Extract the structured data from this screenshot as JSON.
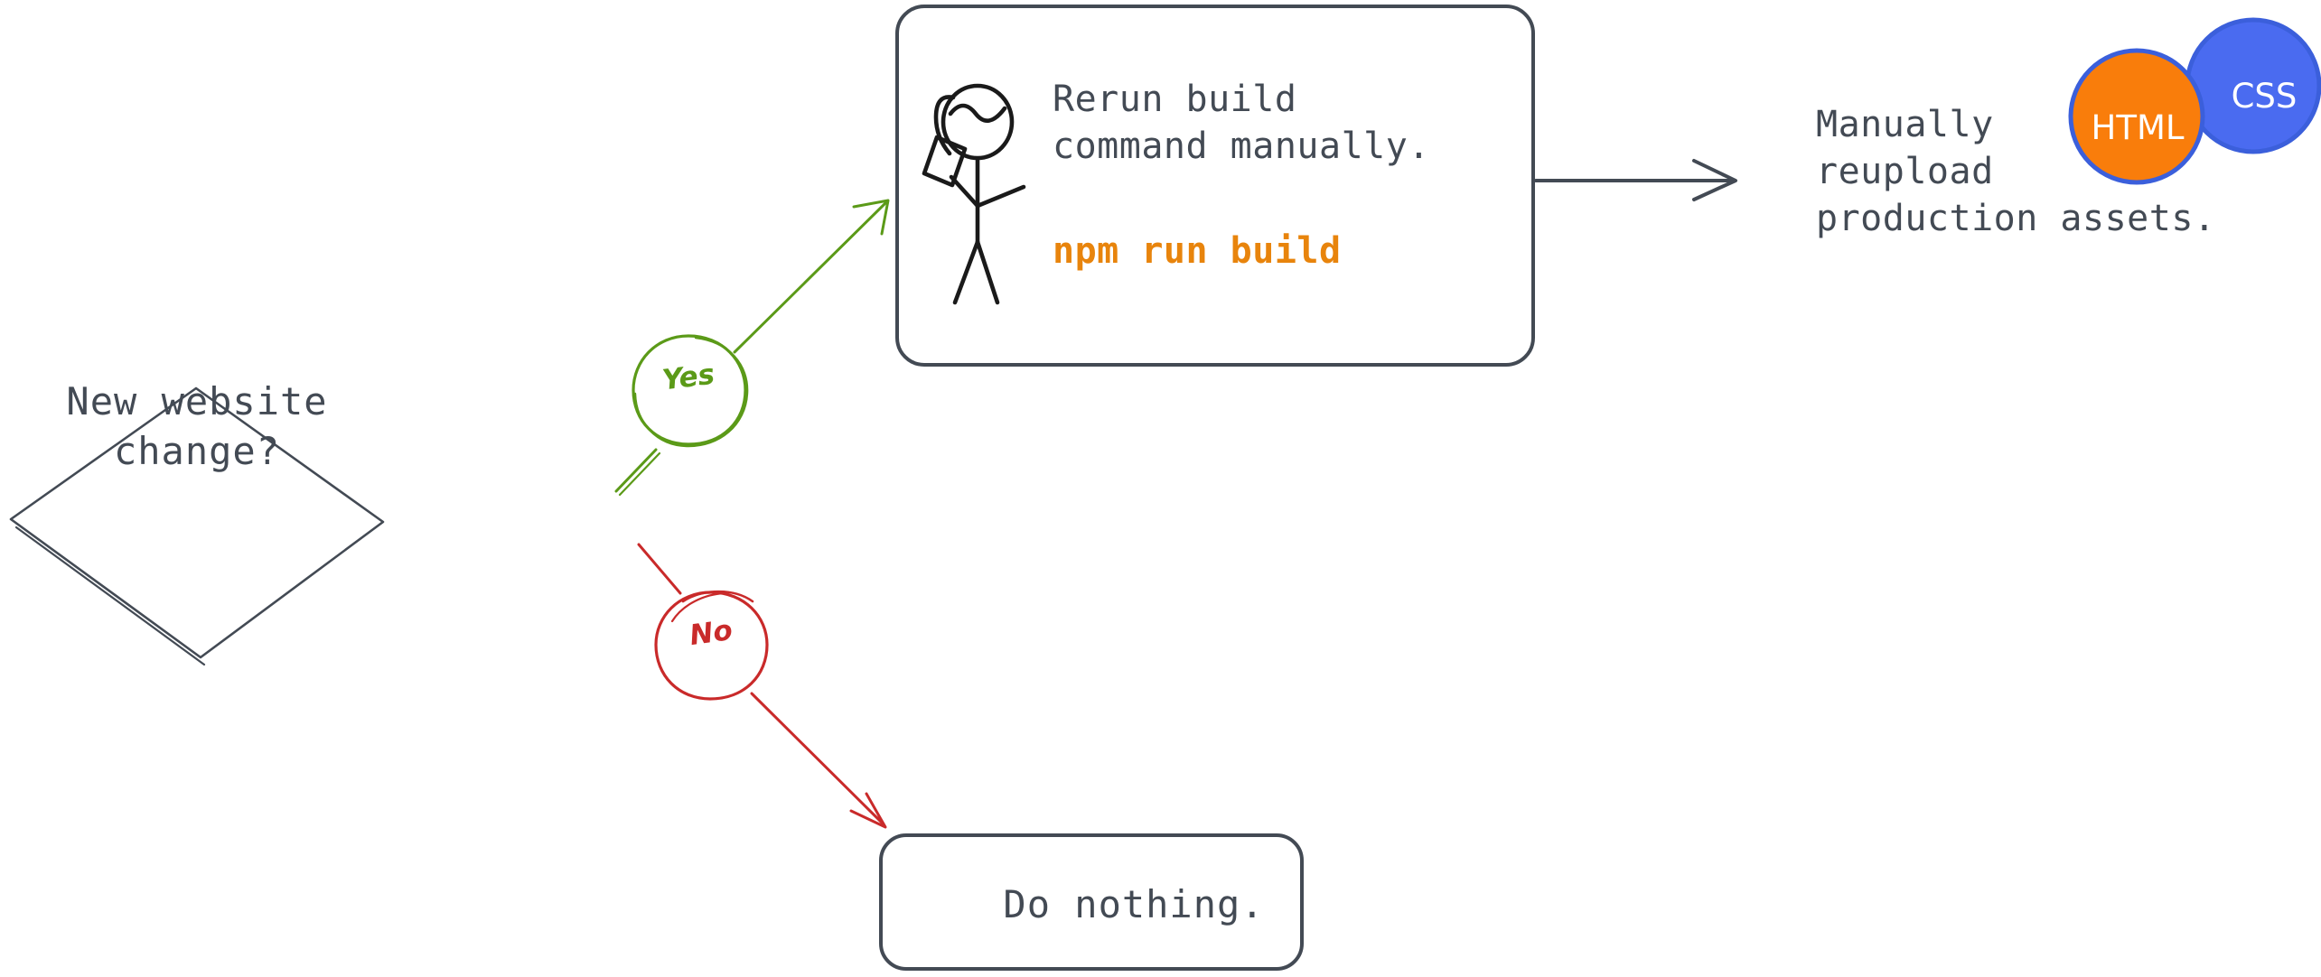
{
  "diagram": {
    "title": "Manual website rebuild decision flow",
    "background": "#ffffff",
    "colors": {
      "stroke": "#434a54",
      "text": "#434a54",
      "yes": "#5b9a18",
      "no": "#c92a2a",
      "command": "#e8840c",
      "badge_html_fill": "#f97d0b",
      "badge_css_fill": "#4a6bf0",
      "badge_stroke": "#3b5fdb",
      "badge_text": "#ffffff",
      "figure": "#1a1a1a"
    },
    "nodes": {
      "decision": {
        "shape": "diamond",
        "label": "New website\nchange?"
      },
      "process": {
        "shape": "rounded-rectangle",
        "label": "Rerun build\ncommand manually.",
        "command": "npm run build",
        "icon": "stick-figure-with-phone"
      },
      "terminal": {
        "shape": "rounded-rectangle",
        "label": "Do nothing."
      },
      "outcome": {
        "shape": "text",
        "label": "Manually\nreupload\nproduction assets.",
        "badges": [
          {
            "name": "html-badge",
            "label": "HTML"
          },
          {
            "name": "css-badge",
            "label": "CSS"
          }
        ]
      }
    },
    "edges": [
      {
        "name": "edge-yes",
        "from": "decision",
        "to": "process",
        "label": "Yes",
        "color": "#5b9a18",
        "style": "hand-drawn-arrow"
      },
      {
        "name": "edge-no",
        "from": "decision",
        "to": "terminal",
        "label": "No",
        "color": "#c92a2a",
        "style": "hand-drawn-arrow"
      },
      {
        "name": "edge-process-outcome",
        "from": "process",
        "to": "outcome",
        "label": "",
        "color": "#434a54",
        "style": "straight-arrow"
      }
    ]
  }
}
